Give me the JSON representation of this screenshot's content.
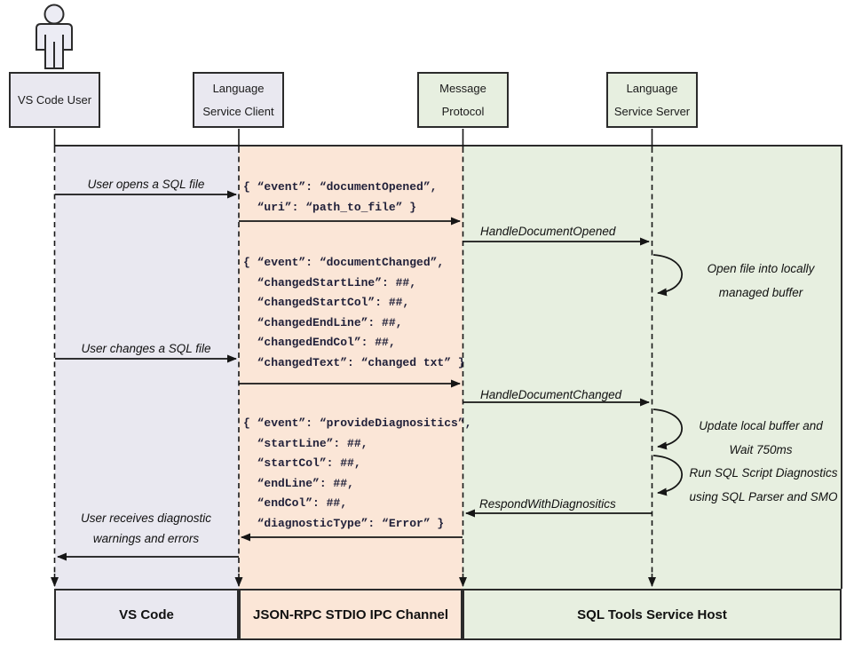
{
  "colors": {
    "lavender": "#e9e8f0",
    "peach": "#fbe6d7",
    "green": "#e7efe0",
    "line": "#161616"
  },
  "actors": {
    "user": {
      "lines": [
        "VS Code User"
      ]
    },
    "client": {
      "lines": [
        "Language",
        "Service Client"
      ]
    },
    "protocol": {
      "lines": [
        "Message",
        "Protocol"
      ]
    },
    "server": {
      "lines": [
        "Language",
        "Service Server"
      ]
    }
  },
  "labels": {
    "open_file": "User opens a SQL file",
    "change_file": "User changes a SQL file",
    "receive": [
      "User receives diagnostic",
      "warnings and errors"
    ],
    "handle_opened": "HandleDocumentOpened",
    "handle_changed": "HandleDocumentChanged",
    "respond": "RespondWithDiagnositics",
    "loop_open": [
      "Open file into locally",
      "managed buffer"
    ],
    "loop_update": [
      "Update local buffer and",
      "Wait 750ms"
    ],
    "loop_run": [
      "Run SQL Script Diagnostics",
      "using SQL Parser and SMO"
    ]
  },
  "json_messages": {
    "document_opened": [
      "{ “event”: “documentOpened”,",
      "  “uri”: “path_to_file” }"
    ],
    "document_changed": [
      "{ “event”: “documentChanged”,",
      "  “changedStartLine”: ##,",
      "  “changedStartCol”: ##,",
      "  “changedEndLine”: ##,",
      "  “changedEndCol”: ##,",
      "  “changedText”: “changed txt” }"
    ],
    "provide_diagnostics": [
      "{ “event”: “provideDiagnositics”,",
      "  “startLine”: ##,",
      "  “startCol”: ##,",
      "  “endLine”: ##,",
      "  “endCol”: ##,",
      "  “diagnosticType”: “Error” }"
    ]
  },
  "lanes": {
    "vscode": "VS Code",
    "ipc": "JSON-RPC STDIO IPC Channel",
    "host": "SQL Tools Service Host"
  }
}
